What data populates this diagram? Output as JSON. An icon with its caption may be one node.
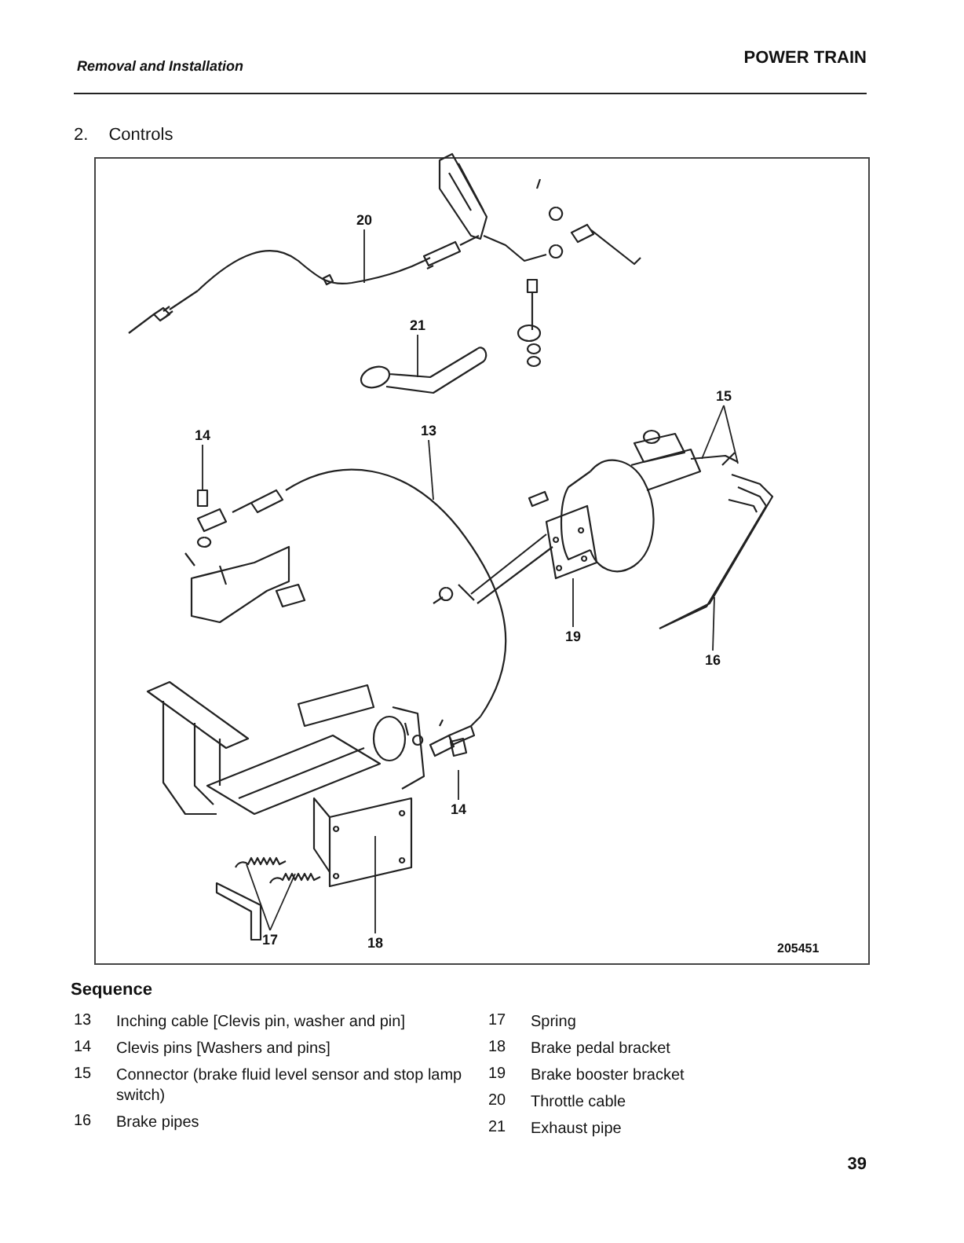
{
  "diagram": {
    "title": "2. Controls",
    "nodes": [
      {
        "text": [
          "20"
        ]
      },
      {
        "text": [
          "21"
        ]
      },
      {
        "text": [
          "15"
        ]
      },
      {
        "text": [
          "14"
        ]
      },
      {
        "text": [
          "13"
        ]
      },
      {
        "text": [
          "19"
        ]
      },
      {
        "text": [
          "16"
        ]
      },
      {
        "text": [
          "14"
        ]
      },
      {
        "text": [
          "17"
        ]
      },
      {
        "text": [
          "18"
        ]
      }
    ],
    "edges": [
      {
        "from": 0,
        "to": null,
        "arrow": "none"
      },
      {
        "from": 1,
        "to": null,
        "arrow": "none"
      },
      {
        "from": 2,
        "to": null,
        "arrow": "none"
      },
      {
        "from": 2,
        "to": null,
        "arrow": "none"
      },
      {
        "from": 3,
        "to": null,
        "arrow": "none"
      },
      {
        "from": 4,
        "to": null,
        "arrow": "none"
      },
      {
        "from": 5,
        "to": null,
        "arrow": "none"
      },
      {
        "from": 6,
        "to": null,
        "arrow": "none"
      },
      {
        "from": 7,
        "to": null,
        "arrow": "none"
      },
      {
        "from": 8,
        "to": null,
        "arrow": "none"
      },
      {
        "from": 8,
        "to": null,
        "arrow": "none"
      },
      {
        "from": 9,
        "to": null,
        "arrow": "none"
      }
    ],
    "labels": [
      "Removal and Installation",
      "POWER TRAIN",
      "205451",
      "Sequence",
      "13",
      "Inching cable [Clevis pin, washer and pin]",
      "14",
      "Clevis pins [Washers and pins]",
      "15",
      "Connector (brake fluid level sensor and stop lamp switch)",
      "16",
      "Brake pipes",
      "17",
      "Spring",
      "18",
      "Brake pedal bracket",
      "19",
      "Brake booster bracket",
      "20",
      "Throttle cable",
      "21",
      "Exhaust pipe",
      "39"
    ]
  }
}
